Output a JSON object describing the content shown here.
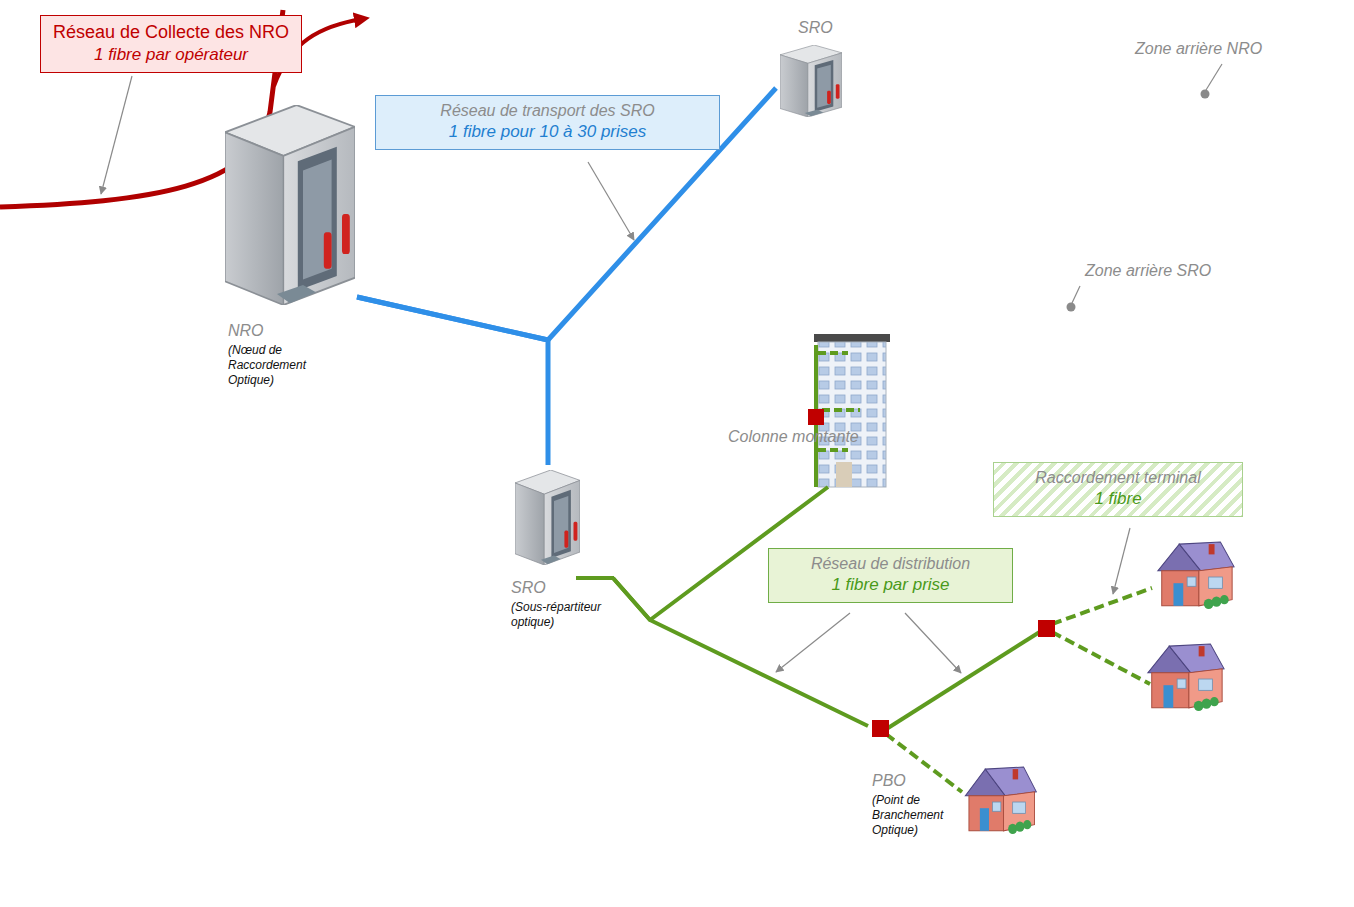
{
  "diagram": {
    "nodes": [
      {
        "text": [
          "Réseau de Collecte des NRO",
          "1 fibre par opérateur"
        ]
      },
      {
        "text": [
          "Zone arrière NRO"
        ]
      },
      {
        "text": [
          "NRO",
          "(Nœud de Raccordement Optique)"
        ],
        "in": 1
      },
      {
        "text": [
          "Réseau de transport des SRO",
          "1 fibre pour 10 à 30 prises"
        ],
        "in": 1
      },
      {
        "text": [
          "SRO"
        ],
        "in": 1
      },
      {
        "text": [
          "Zone arrière SRO"
        ],
        "in": 1
      },
      {
        "text": [
          "Colonne montante"
        ],
        "in": 5
      },
      {
        "text": [
          "Raccordement terminal",
          "1 fibre"
        ],
        "in": 5
      },
      {
        "text": [
          "SRO",
          "(Sous-répartiteur optique)"
        ],
        "in": 1
      },
      {
        "text": [
          "Réseau de distribution",
          "1 fibre par prise"
        ],
        "in": 5
      },
      {
        "text": [
          "PBO",
          "(Point de Branchement Optique)"
        ],
        "in": 5
      }
    ],
    "edges": [
      {
        "from": 2,
        "to": 4,
        "arrow": "none"
      },
      {
        "from": 2,
        "to": 8,
        "arrow": "none"
      },
      {
        "from": 8,
        "to": 6,
        "arrow": "none"
      },
      {
        "from": 8,
        "to": 10,
        "arrow": "none"
      }
    ]
  }
}
